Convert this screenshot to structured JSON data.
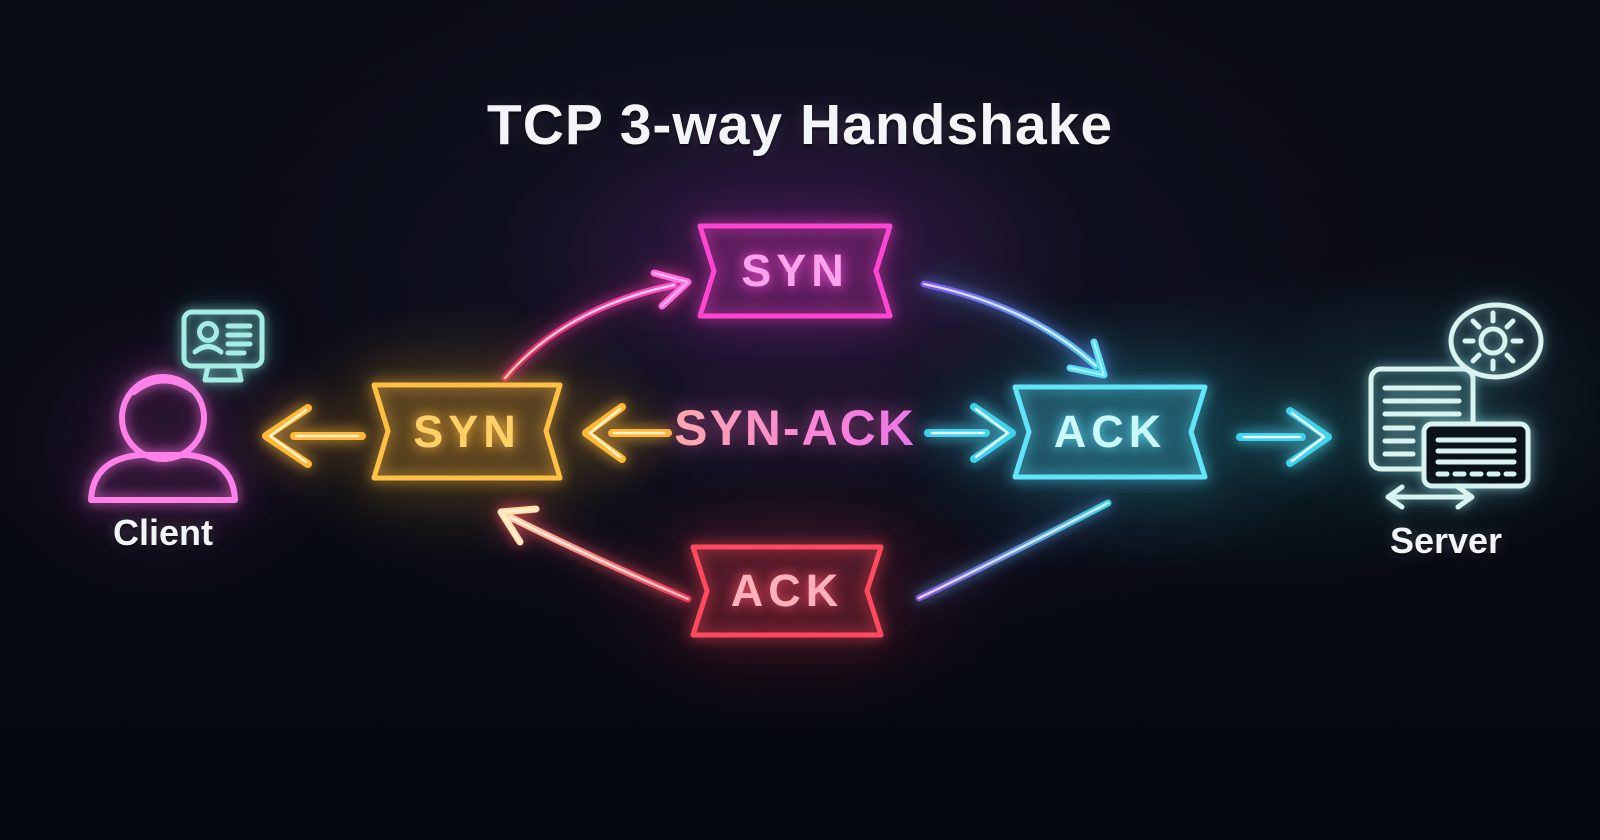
{
  "title": "TCP 3-way Handshake",
  "background": "#080a13",
  "nodes": {
    "client": {
      "label": "Client",
      "icons": [
        "person-icon",
        "id-card-icon"
      ],
      "color": "#ff80e8"
    },
    "server": {
      "label": "Server",
      "icons": [
        "documents-icon",
        "process-icon",
        "transfer-arrows-icon"
      ],
      "color": "#d9f3f1"
    }
  },
  "boxes": {
    "syn_top": {
      "label": "SYN",
      "color": "#ff46d0",
      "text_color": "#ffa3ec"
    },
    "syn_left": {
      "label": "SYN",
      "color": "#ffc043",
      "text_color": "#ffd068"
    },
    "ack_right": {
      "label": "ACK",
      "color": "#62e4fa",
      "text_color": "#c9f9ff"
    },
    "ack_bottom": {
      "label": "ACK",
      "color": "#ff4a5e",
      "text_color": "#ffb1bb"
    }
  },
  "labels": {
    "syn_ack": "SYN-ACK"
  },
  "arrows": [
    {
      "name": "syn-to-client-arrow",
      "direction": "left",
      "color": "#ffb935"
    },
    {
      "name": "synack-to-syn-arrow",
      "direction": "left",
      "color": "#ffb935"
    },
    {
      "name": "synack-to-ack-arrow",
      "direction": "right",
      "color": "#45d7f0"
    },
    {
      "name": "ack-to-server-arrow",
      "direction": "right",
      "color": "#45d7f0"
    },
    {
      "name": "syn-up-curve-arrow",
      "from": "syn_left",
      "to": "syn_top",
      "gradient": [
        "#d6284c",
        "#ff55dd"
      ]
    },
    {
      "name": "syn-top-to-ack-curve-arrow",
      "from": "syn_top",
      "to": "ack_right",
      "gradient": [
        "#7e52ee",
        "#45d7f0"
      ]
    },
    {
      "name": "ack-to-ack-bottom-curve",
      "from": "ack_right",
      "to": "ack_bottom",
      "gradient": [
        "#3ecfe2",
        "#8851d4"
      ]
    },
    {
      "name": "ack-bottom-to-syn-curve-arrow",
      "from": "ack_bottom",
      "to": "syn_left",
      "gradient": [
        "#f03352",
        "#ffd9a4"
      ]
    }
  ]
}
